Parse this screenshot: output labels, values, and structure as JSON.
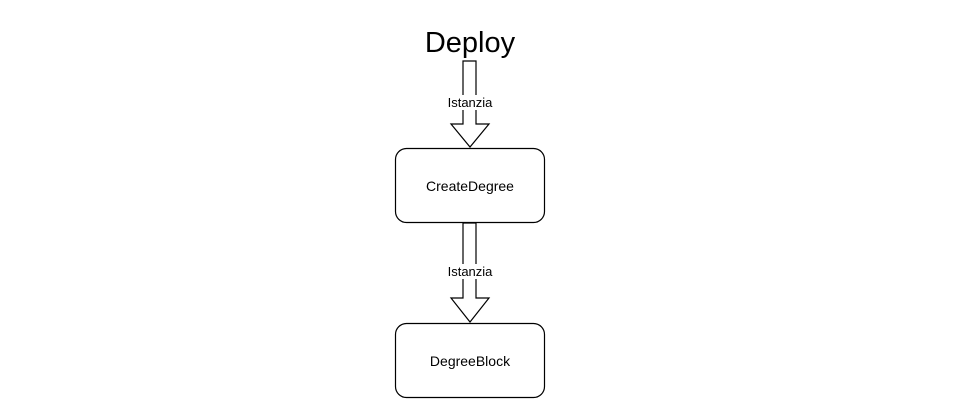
{
  "diagram": {
    "title": "Deploy",
    "nodes": [
      {
        "id": "create-degree",
        "label": "CreateDegree"
      },
      {
        "id": "degree-block",
        "label": "DegreeBlock"
      }
    ],
    "edges": [
      {
        "from": "Deploy",
        "to": "CreateDegree",
        "label": "Istanzia"
      },
      {
        "from": "CreateDegree",
        "to": "DegreeBlock",
        "label": "Istanzia"
      }
    ]
  },
  "colors": {
    "stroke": "#000000",
    "fill": "#ffffff",
    "text": "#000000"
  }
}
